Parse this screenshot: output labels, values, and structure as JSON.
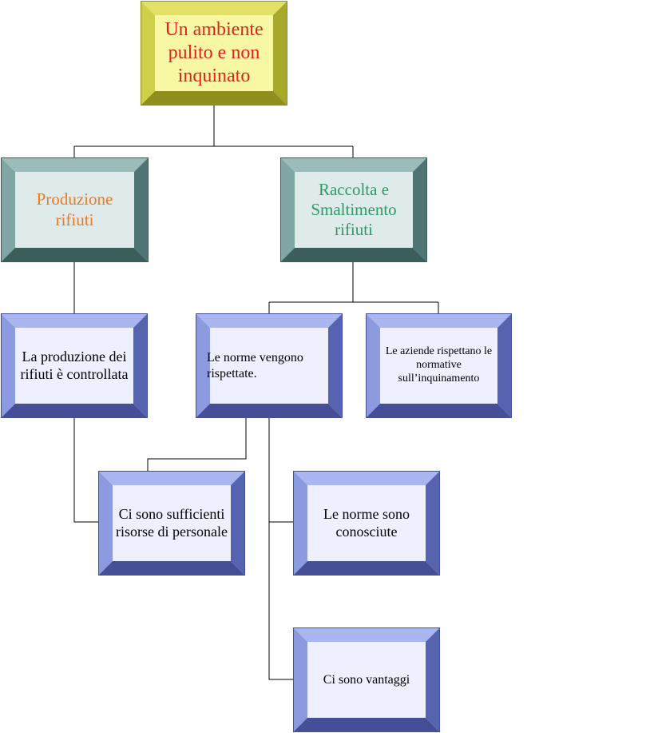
{
  "nodes": {
    "root": {
      "text": "Un ambiente pulito e non inquinato",
      "color": "#e2221b"
    },
    "produzione": {
      "text": "Produzione rifiuti",
      "color": "#ec7a22"
    },
    "raccolta": {
      "text": "Raccolta e Smaltimento rifiuti",
      "color": "#2e9a6a"
    },
    "controllata": {
      "text": "La produzione dei rifiuti è controllata",
      "color": "#000000"
    },
    "norme": {
      "text": "Le norme vengono rispettate.",
      "color": "#000000"
    },
    "aziende": {
      "text": "Le aziende rispettano le normative sull’inquinamento",
      "color": "#000000"
    },
    "risorse": {
      "text": "Ci sono sufficienti risorse di personale",
      "color": "#000000"
    },
    "conosciute": {
      "text": "Le norme sono conosciute",
      "color": "#000000"
    },
    "vantaggi": {
      "text": "Ci sono vantaggi",
      "color": "#000000"
    }
  },
  "styles": {
    "yellow": {
      "face": "#f8f8a4",
      "top": "#e2e26a",
      "left": "#d0d048",
      "right": "#a8a82a",
      "bottom": "#8f8f1e"
    },
    "teal": {
      "face": "#dfeaea",
      "top": "#9cbcba",
      "left": "#7fa6a3",
      "right": "#4f7572",
      "bottom": "#3b5e5b"
    },
    "blue": {
      "face": "#eef0ff",
      "top": "#a9b6f0",
      "left": "#8c9ae0",
      "right": "#5663b0",
      "bottom": "#444f98"
    }
  }
}
